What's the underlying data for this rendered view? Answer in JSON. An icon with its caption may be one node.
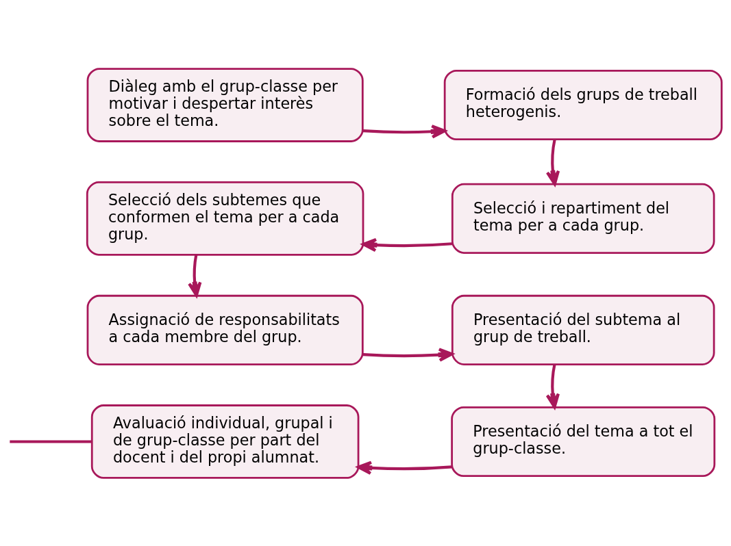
{
  "diagram": {
    "nodes": [
      {
        "text": [
          "Diàleg amb el grup-classe per motivar i despertar interès sobre el tema."
        ]
      },
      {
        "text": [
          "Formació dels grups de treball heterogenis."
        ]
      },
      {
        "text": [
          "Selecció dels subtemes que conformen el tema per a cada grup."
        ]
      },
      {
        "text": [
          "Selecció i repartiment del tema per a cada grup."
        ]
      },
      {
        "text": [
          "Assignació de responsabilitats a cada membre del grup."
        ]
      },
      {
        "text": [
          "Presentació del subtema al grup de treball."
        ]
      },
      {
        "text": [
          "Avaluació individual, grupal i de grup-classe per part del docent i del propi alumnat."
        ]
      },
      {
        "text": [
          "Presentació del tema a tot el grup-classe."
        ]
      }
    ],
    "edges": [
      {
        "from": 0,
        "to": 1,
        "arrow": "to"
      },
      {
        "from": 1,
        "to": 3,
        "arrow": "to"
      },
      {
        "from": 3,
        "to": 2,
        "arrow": "to"
      },
      {
        "from": 2,
        "to": 4,
        "arrow": "to"
      },
      {
        "from": 4,
        "to": 5,
        "arrow": "to"
      },
      {
        "from": 5,
        "to": 7,
        "arrow": "to"
      },
      {
        "from": 7,
        "to": 6,
        "arrow": "to"
      },
      {
        "from": 6,
        "to": null,
        "arrow": "none"
      }
    ]
  }
}
